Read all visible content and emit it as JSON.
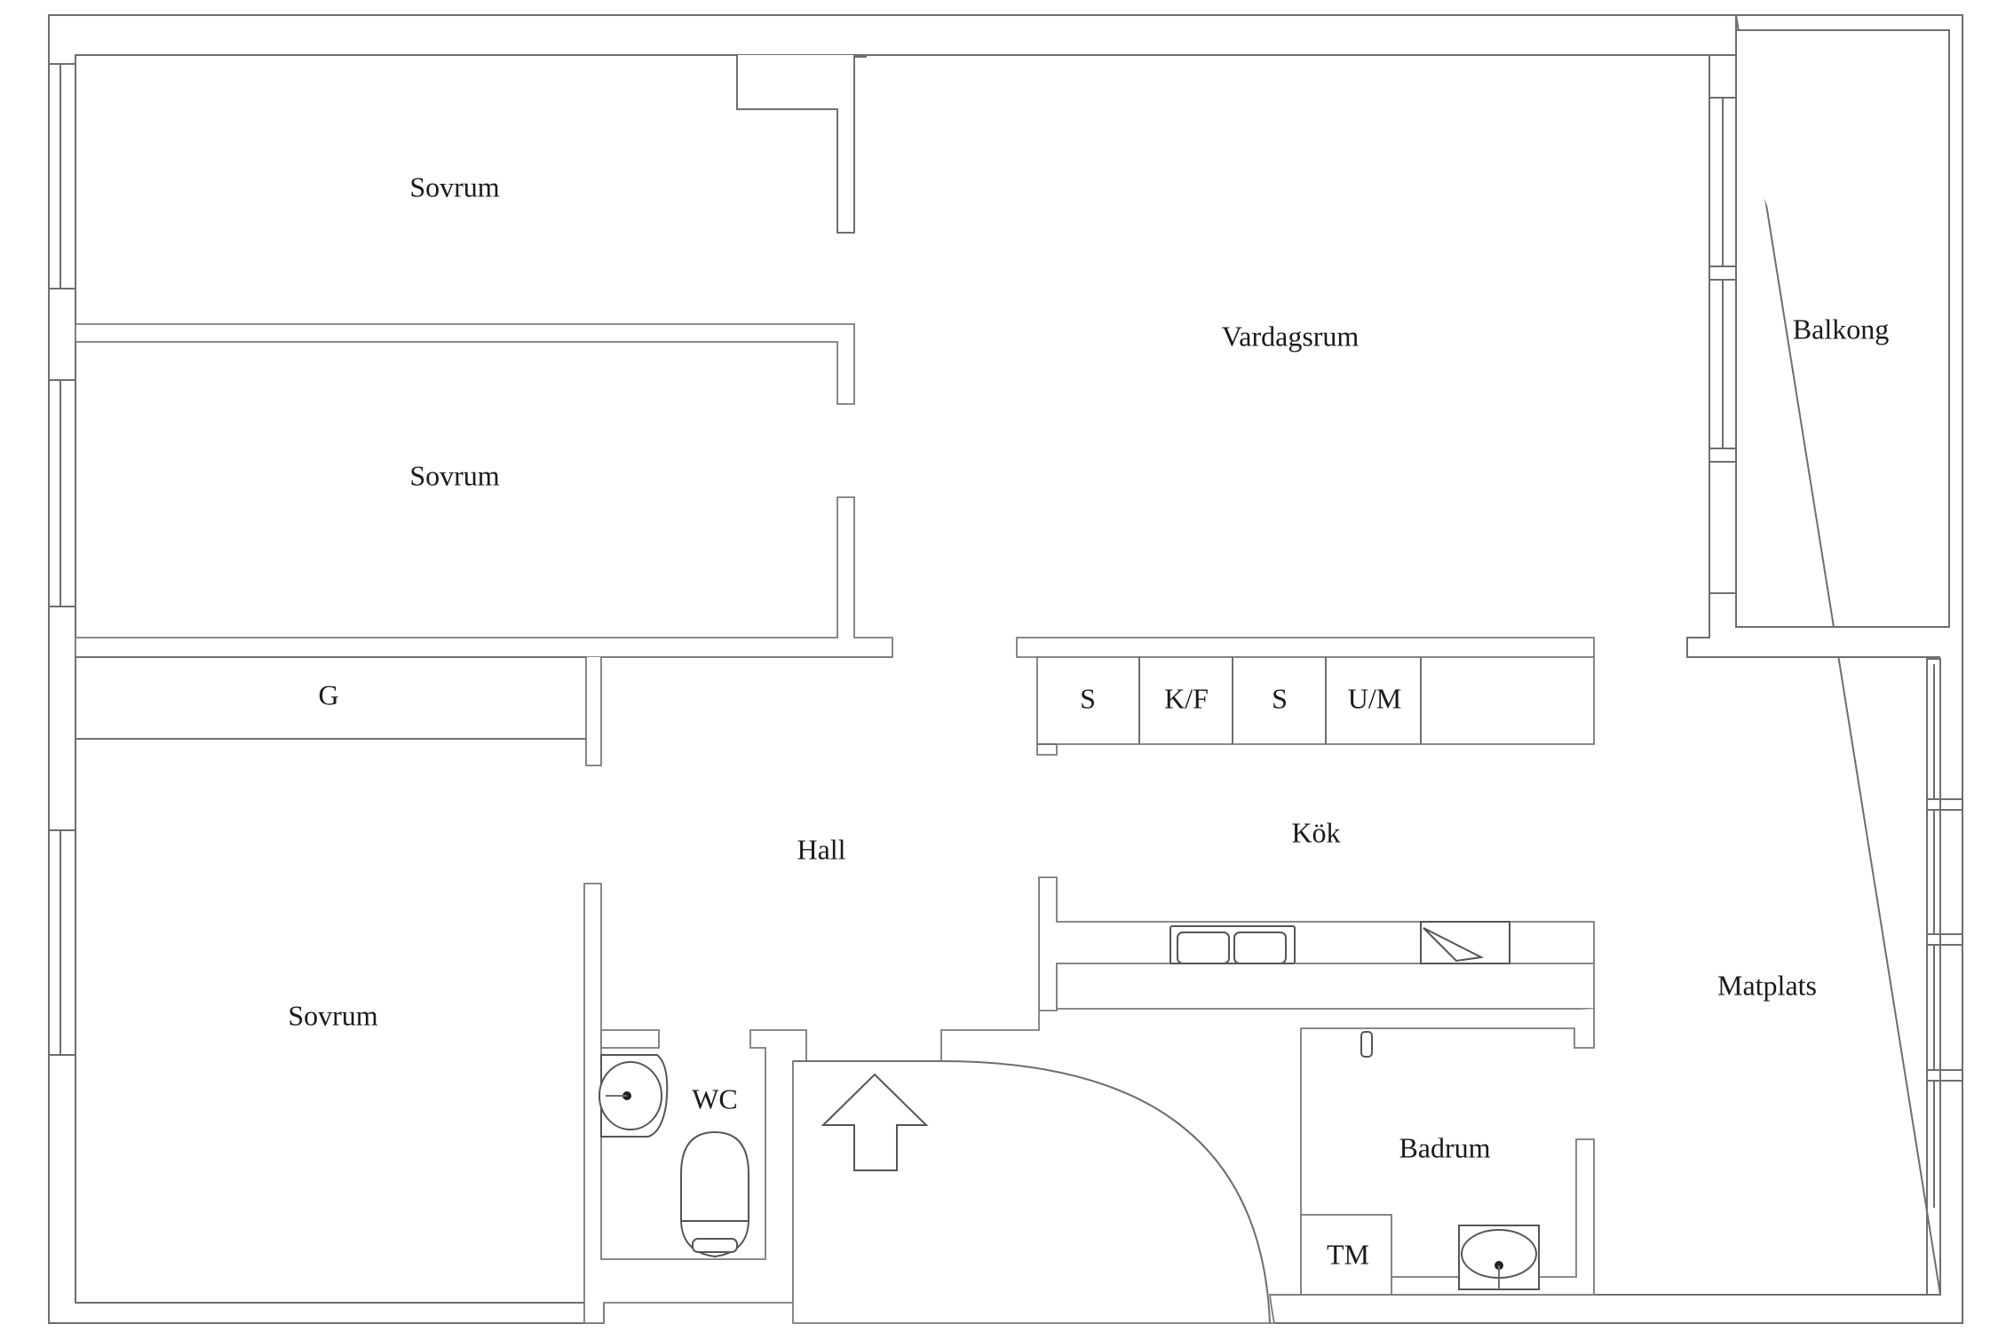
{
  "rooms": {
    "bedroom_top": "Sovrum",
    "bedroom_middle": "Sovrum",
    "bedroom_bottom": "Sovrum",
    "living_room": "Vardagsrum",
    "balcony": "Balkong",
    "wardrobe": "G",
    "hall": "Hall",
    "kitchen": "Kök",
    "dining": "Matplats",
    "wc": "WC",
    "bathroom": "Badrum",
    "washer": "TM"
  },
  "kitchen_units": [
    "S",
    "K/F",
    "S",
    "U/M"
  ]
}
